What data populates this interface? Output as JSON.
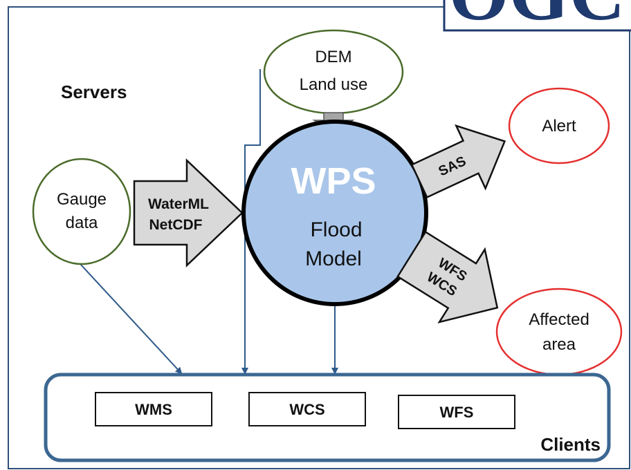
{
  "logo": {
    "text": "OGC"
  },
  "diagram": {
    "servers_label": "Servers",
    "clients_label": "Clients",
    "inputs": {
      "dem": {
        "line1": "DEM",
        "line2": "Land use"
      },
      "gauge": {
        "line1": "Gauge",
        "line2": "data"
      }
    },
    "process": {
      "title": "WPS",
      "line1": "Flood",
      "line2": "Model"
    },
    "arrows": {
      "input_format": {
        "line1": "WaterML",
        "line2": "NetCDF"
      },
      "alert_service": {
        "label": "SAS"
      },
      "area_service": {
        "line1": "WFS",
        "line2": "WCS"
      }
    },
    "outputs": {
      "alert": {
        "label": "Alert"
      },
      "affected": {
        "line1": "Affected",
        "line2": "area"
      }
    },
    "clients": {
      "wms": "WMS",
      "wcs": "WCS",
      "wfs": "WFS"
    }
  },
  "colors": {
    "frame": "#2e4f7a",
    "input_ellipse_stroke": "#4a6b2a",
    "output_ellipse_stroke": "#e53030",
    "wps_fill": "#a9c6ea",
    "arrow_fill": "#d9d9d9",
    "dem_arrow_fill": "#a6a6a6",
    "connector": "#2e5a8a",
    "wps_title": "#ffffff"
  }
}
